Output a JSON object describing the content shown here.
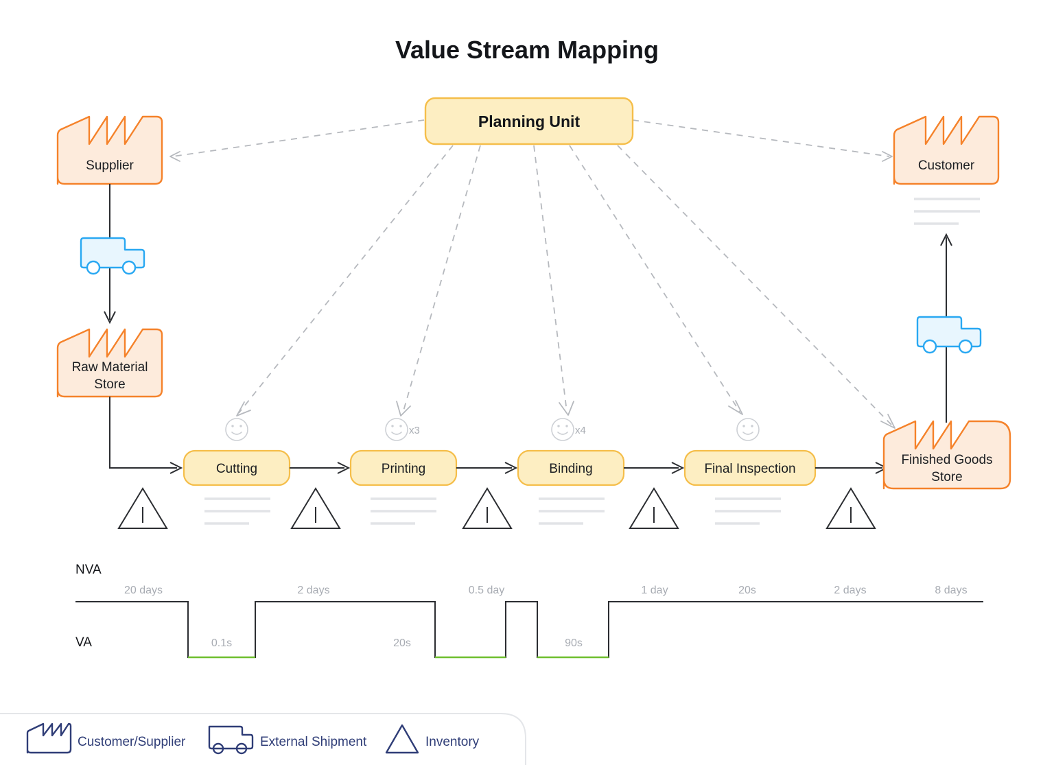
{
  "page": {
    "title": "Value Stream Mapping",
    "background": "#ffffff"
  },
  "colors": {
    "factory_stroke": "#f5822a",
    "factory_fill": "#fdebdc",
    "truck_stroke": "#29a8f2",
    "truck_fill": "#e8f6fe",
    "process_stroke": "#f5be4a",
    "process_fill": "#fdeec2",
    "flow_solid": "#2b2d31",
    "flow_dashed": "#b6b9be",
    "value_added_green": "#6fbf2f",
    "placeholder_gray": "#e2e4e7",
    "legend_navy": "#2f3d77",
    "muted_text": "#a8acb3"
  },
  "planning": {
    "label": "Planning Unit"
  },
  "entities": {
    "supplier": {
      "label": "Supplier",
      "icon": "factory-icon"
    },
    "raw_material_store": {
      "label": "Raw Material Store",
      "line1": "Raw Material",
      "line2": "Store",
      "icon": "factory-icon"
    },
    "customer": {
      "label": "Customer",
      "icon": "factory-icon"
    },
    "finished_goods_store": {
      "label": "Finished Goods Store",
      "line1": "Finished Goods",
      "line2": "Store",
      "icon": "factory-icon"
    }
  },
  "shipments": {
    "inbound": {
      "icon": "truck-icon",
      "name": "inbound-shipment"
    },
    "outbound": {
      "icon": "truck-icon",
      "name": "outbound-shipment"
    }
  },
  "processes": [
    {
      "label": "Cutting",
      "operators": "",
      "icon": "operator-smiley-icon"
    },
    {
      "label": "Printing",
      "operators": "x3",
      "icon": "operator-smiley-icon"
    },
    {
      "label": "Binding",
      "operators": "x4",
      "icon": "operator-smiley-icon"
    },
    {
      "label": "Final Inspection",
      "operators": "",
      "icon": "operator-smiley-icon"
    }
  ],
  "inventory": {
    "symbol": "I",
    "icon": "inventory-triangle-icon",
    "count": 5
  },
  "chart_data": {
    "type": "timeline",
    "title": "Value Stream Mapping",
    "axis_labels": {
      "upper": "NVA",
      "lower": "VA"
    },
    "nva_values": [
      "20 days",
      "2 days",
      "0.5 day",
      "1 day",
      "20s",
      "2 days",
      "8 days"
    ],
    "va_values": [
      "0.1s",
      "20s",
      "90s"
    ],
    "steps": [
      {
        "level": "nva",
        "label": "20 days"
      },
      {
        "level": "va",
        "label": "0.1s"
      },
      {
        "level": "nva",
        "label": "2 days"
      },
      {
        "level": "va",
        "label": "20s"
      },
      {
        "level": "nva",
        "label": "0.5 day"
      },
      {
        "level": "va",
        "label": "90s"
      },
      {
        "level": "nva",
        "label": "1 day"
      },
      {
        "level": "nva",
        "label": "20s"
      },
      {
        "level": "nva",
        "label": "2 days"
      },
      {
        "level": "nva",
        "label": "8 days"
      }
    ]
  },
  "legend": {
    "items": [
      {
        "label": "Customer/Supplier",
        "icon": "factory-icon"
      },
      {
        "label": "External Shipment",
        "icon": "truck-icon"
      },
      {
        "label": "Inventory",
        "icon": "inventory-triangle-icon"
      }
    ]
  }
}
